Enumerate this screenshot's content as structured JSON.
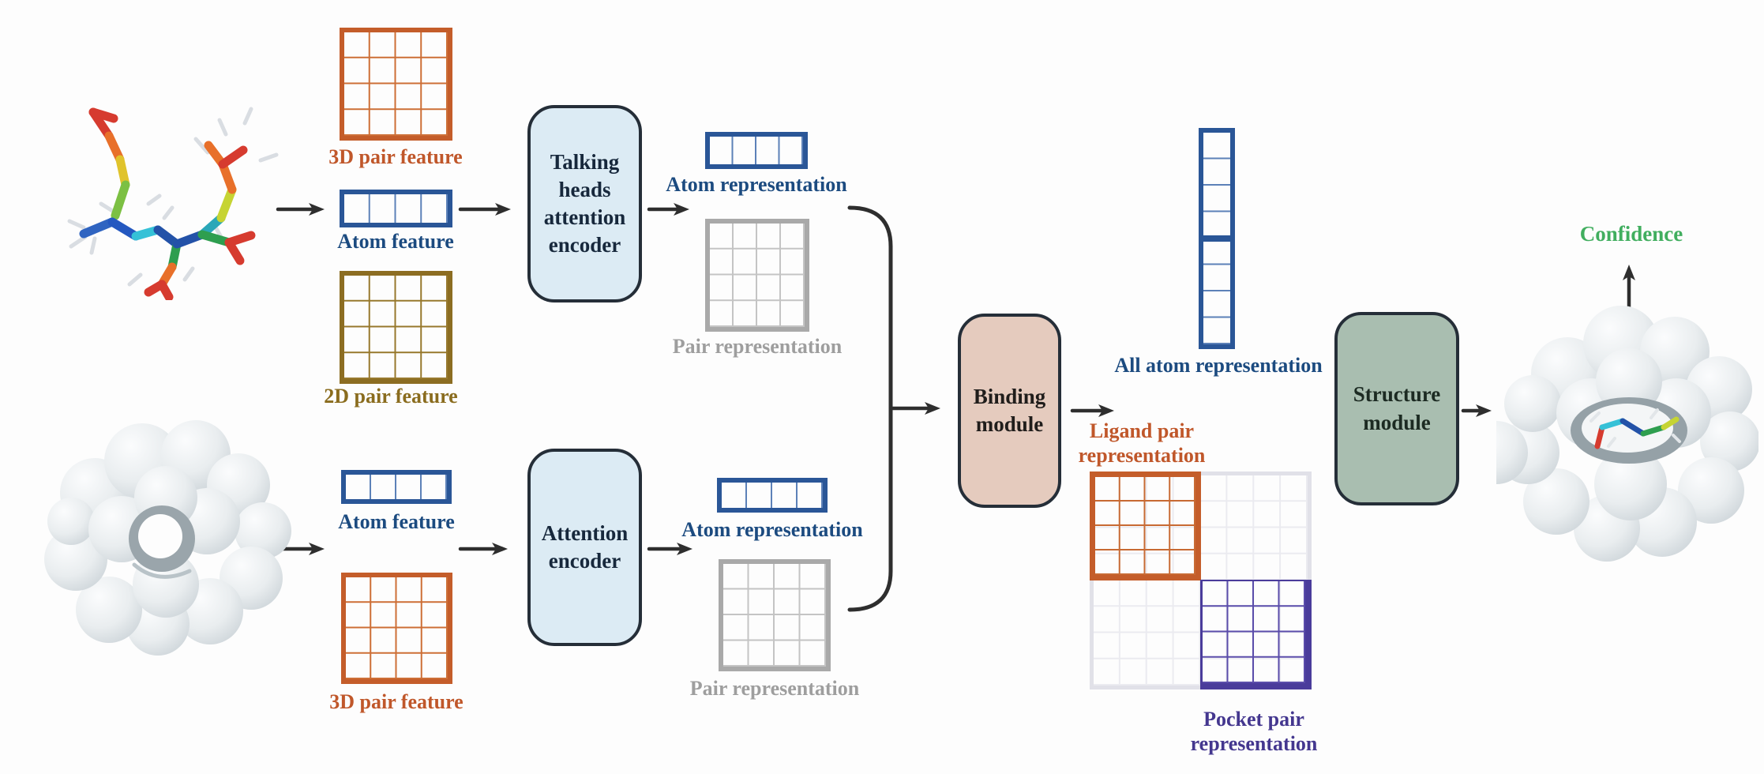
{
  "figure": {
    "ligand_branch": {
      "pair3d_label": "3D pair feature",
      "atom_feature_label": "Atom feature",
      "pair2d_label": "2D pair feature",
      "encoder_label": "Talking heads attention encoder",
      "atom_representation_label": "Atom representation",
      "pair_representation_label": "Pair representation"
    },
    "pocket_branch": {
      "atom_feature_label": "Atom feature",
      "pair3d_label": "3D pair feature",
      "encoder_label": "Attention encoder",
      "atom_representation_label": "Atom representation",
      "pair_representation_label": "Pair representation"
    },
    "binding_module_label": "Binding module",
    "all_atom_representation_label": "All atom representation",
    "ligand_pair_representation_label": "Ligand pair representation",
    "pocket_pair_representation_label": "Pocket pair representation",
    "structure_module_label": "Structure module",
    "confidence_label": "Confidence",
    "colors": {
      "ligand_orange": "#C45D2A",
      "atom_blue": "#2A5697",
      "blue_text": "#1C4B80",
      "pair2d_olive": "#8C6D22",
      "pair_gray": "#A9A9A9",
      "encoder_fill": "#DCEBF4",
      "binding_fill": "#E5CBBE",
      "structure_fill": "#A9BEB0",
      "pocket_purple": "#4A3C9B",
      "confidence_green": "#41AE5F",
      "arrow_dark": "#2E2E2E"
    }
  }
}
